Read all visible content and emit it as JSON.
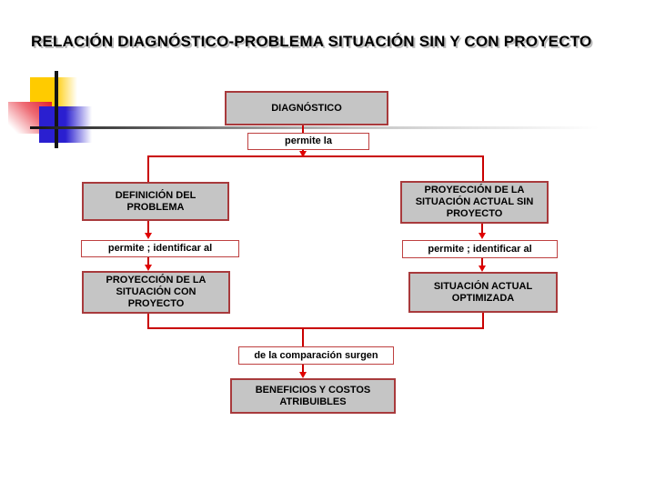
{
  "slide_title": "RELACIÓN DIAGNÓSTICO-PROBLEMA SITUACIÓN SIN Y CON PROYECTO",
  "nodes": {
    "diagnostico": {
      "label": "DIAGNÓSTICO",
      "style": "gray"
    },
    "permite_la": {
      "label": "permite la",
      "style": "white"
    },
    "definicion_problema": {
      "label": "DEFINICIÓN DEL PROBLEMA",
      "style": "gray"
    },
    "proyeccion_sin_proyecto": {
      "label": "PROYECCIÓN DE LA SITUACIÓN ACTUAL SIN PROYECTO",
      "style": "gray"
    },
    "permite_identificar_izq": {
      "label": "permite ; identificar al",
      "style": "white"
    },
    "permite_identificar_der": {
      "label": "permite ; identificar al",
      "style": "white"
    },
    "proyeccion_con_proyecto": {
      "label": "PROYECCIÓN DE LA SITUACIÓN CON PROYECTO",
      "style": "gray"
    },
    "situacion_actual_optimizada": {
      "label": "SITUACIÓN ACTUAL OPTIMIZADA",
      "style": "gray"
    },
    "de_la_comparacion": {
      "label": "de la comparación surgen",
      "style": "white"
    },
    "beneficios_costos": {
      "label": "BENEFICIOS Y COSTOS ATRIBUIBLES",
      "style": "gray"
    }
  },
  "colors": {
    "gray_box_fill": "#C5C5C5",
    "gray_box_border": "#A83A3C",
    "white_box_border": "#BE4040",
    "connector_red": "#C90000",
    "arrow_red": "#E00000",
    "accent_yellow": "#FFCB00",
    "accent_red": "#E31E2D",
    "accent_blue": "#2A1FD0",
    "title_color": "#000000"
  }
}
